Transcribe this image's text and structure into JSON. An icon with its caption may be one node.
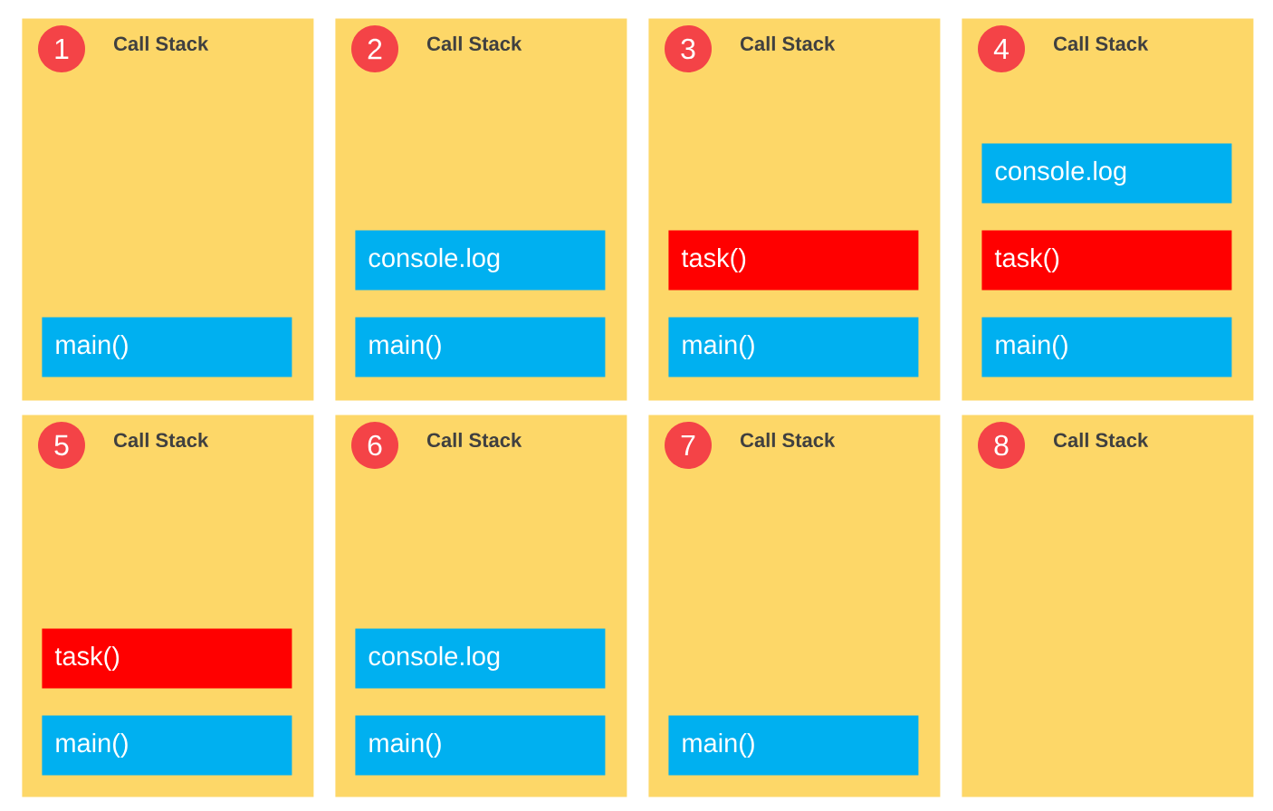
{
  "diagram": {
    "nodes": [
      {
        "text": [
          "Call Stack"
        ]
      },
      {
        "text": [
          "1"
        ],
        "in": 0
      },
      {
        "text": [
          "main()"
        ],
        "in": 0
      },
      {
        "text": [
          "Call Stack"
        ]
      },
      {
        "text": [
          "2"
        ],
        "in": 3
      },
      {
        "text": [
          "console.log"
        ],
        "in": 3
      },
      {
        "text": [
          "main()"
        ],
        "in": 3
      },
      {
        "text": [
          "Call Stack"
        ]
      },
      {
        "text": [
          "3"
        ],
        "in": 7
      },
      {
        "text": [
          "task()"
        ],
        "in": 7
      },
      {
        "text": [
          "main()"
        ],
        "in": 7
      },
      {
        "text": [
          "Call Stack"
        ]
      },
      {
        "text": [
          "4"
        ],
        "in": 11
      },
      {
        "text": [
          "console.log"
        ],
        "in": 11
      },
      {
        "text": [
          "task()"
        ],
        "in": 11
      },
      {
        "text": [
          "main()"
        ],
        "in": 11
      },
      {
        "text": [
          "Call Stack"
        ]
      },
      {
        "text": [
          "5"
        ],
        "in": 16
      },
      {
        "text": [
          "task()"
        ],
        "in": 16
      },
      {
        "text": [
          "main()"
        ],
        "in": 16
      },
      {
        "text": [
          "Call Stack"
        ]
      },
      {
        "text": [
          "6"
        ],
        "in": 20
      },
      {
        "text": [
          "console.log"
        ],
        "in": 20
      },
      {
        "text": [
          "main()"
        ],
        "in": 20
      },
      {
        "text": [
          "Call Stack"
        ]
      },
      {
        "text": [
          "7"
        ],
        "in": 24
      },
      {
        "text": [
          "main()"
        ],
        "in": 24
      },
      {
        "text": [
          "Call Stack"
        ]
      },
      {
        "text": [
          "8"
        ],
        "in": 27
      }
    ]
  }
}
